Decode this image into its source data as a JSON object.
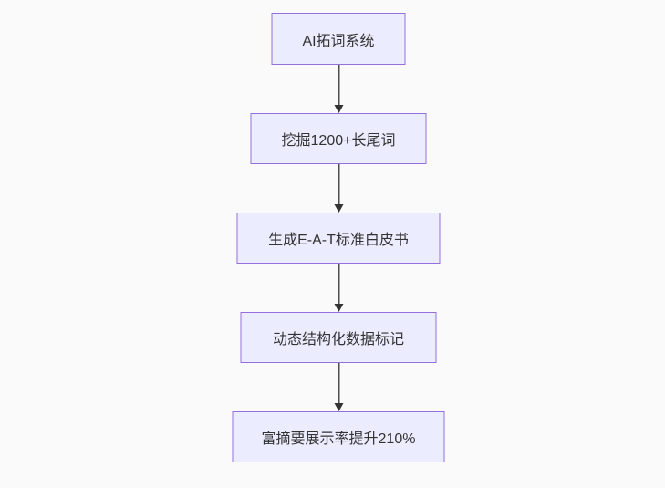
{
  "background_color": "#fafafa",
  "flowchart": {
    "type": "flowchart-top-down",
    "node_style": {
      "fill": "#ECECFF",
      "border_color": "#9370DB",
      "text_color": "#333333"
    },
    "arrow_color": "#333333",
    "nodes": [
      {
        "id": "step-1",
        "label": "AI拓词系统"
      },
      {
        "id": "step-2",
        "label": "挖掘1200+长尾词"
      },
      {
        "id": "step-3",
        "label": "生成E-A-T标准白皮书"
      },
      {
        "id": "step-4",
        "label": "动态结构化数据标记"
      },
      {
        "id": "step-5",
        "label": "富摘要展示率提升210%"
      }
    ],
    "edges": [
      {
        "from": "step-1",
        "to": "step-2"
      },
      {
        "from": "step-2",
        "to": "step-3"
      },
      {
        "from": "step-3",
        "to": "step-4"
      },
      {
        "from": "step-4",
        "to": "step-5"
      }
    ]
  }
}
